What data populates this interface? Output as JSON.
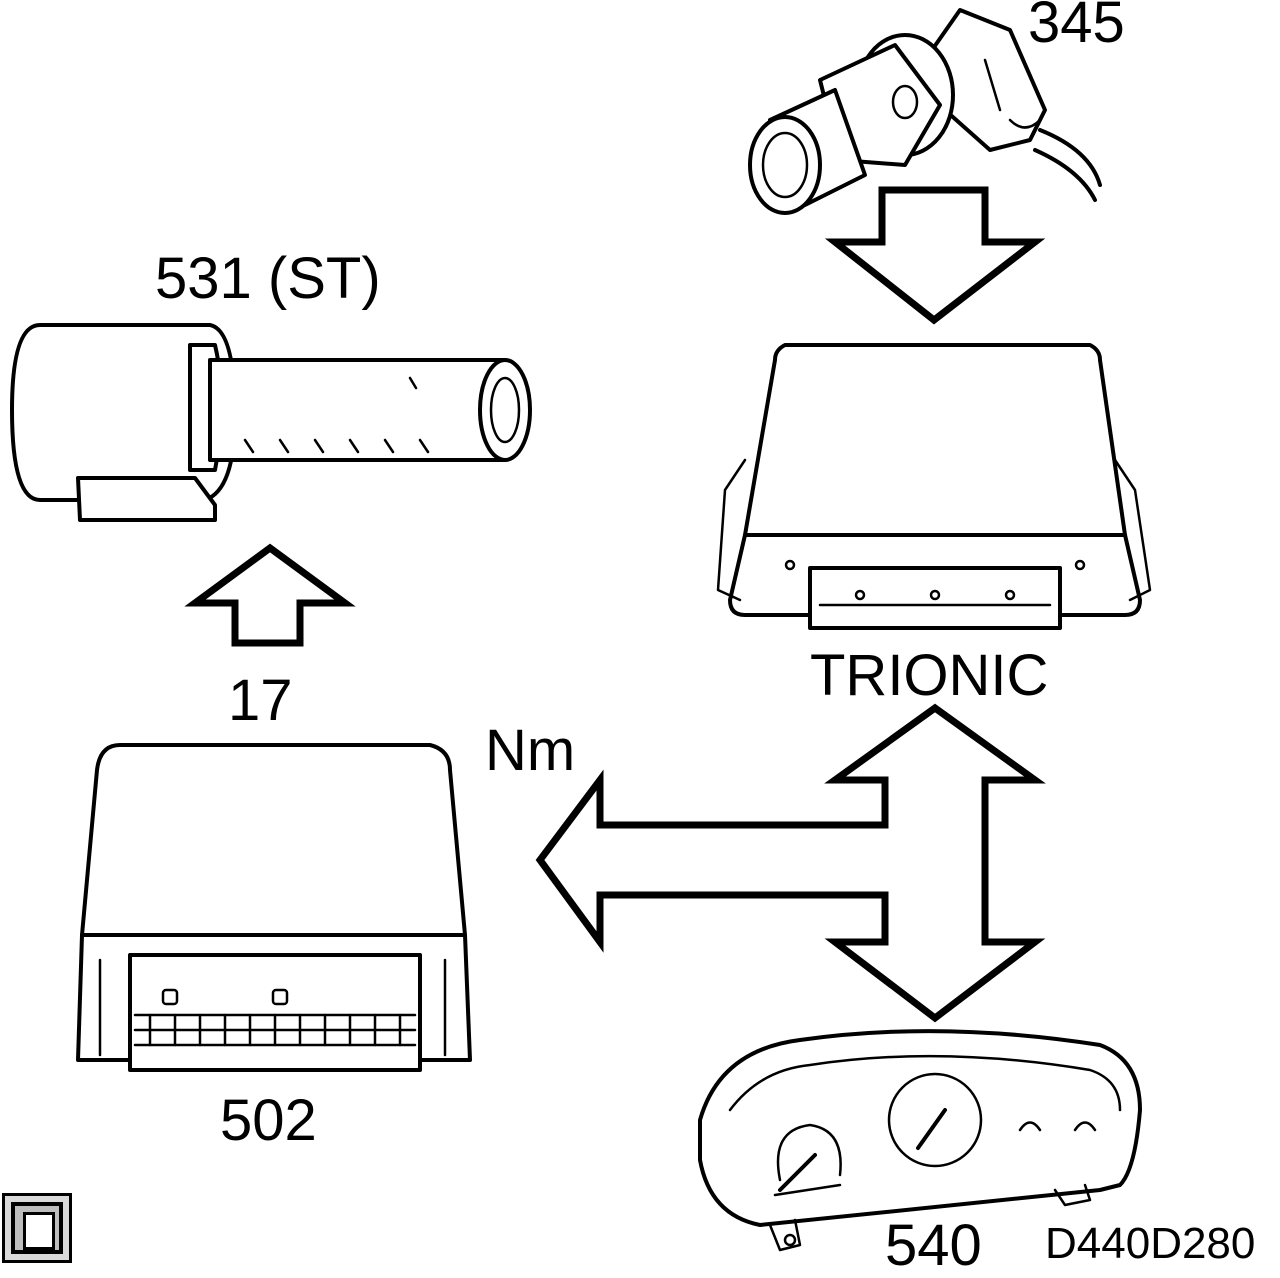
{
  "labels": {
    "sensor_345": "345",
    "module_531": "531 (ST)",
    "trionic": "TRIONIC",
    "ref_17": "17",
    "torque": "Nm",
    "module_502": "502",
    "cluster_540": "540",
    "figure_code": "D440D280"
  },
  "icons": {
    "corner_icon": "window-icon"
  }
}
